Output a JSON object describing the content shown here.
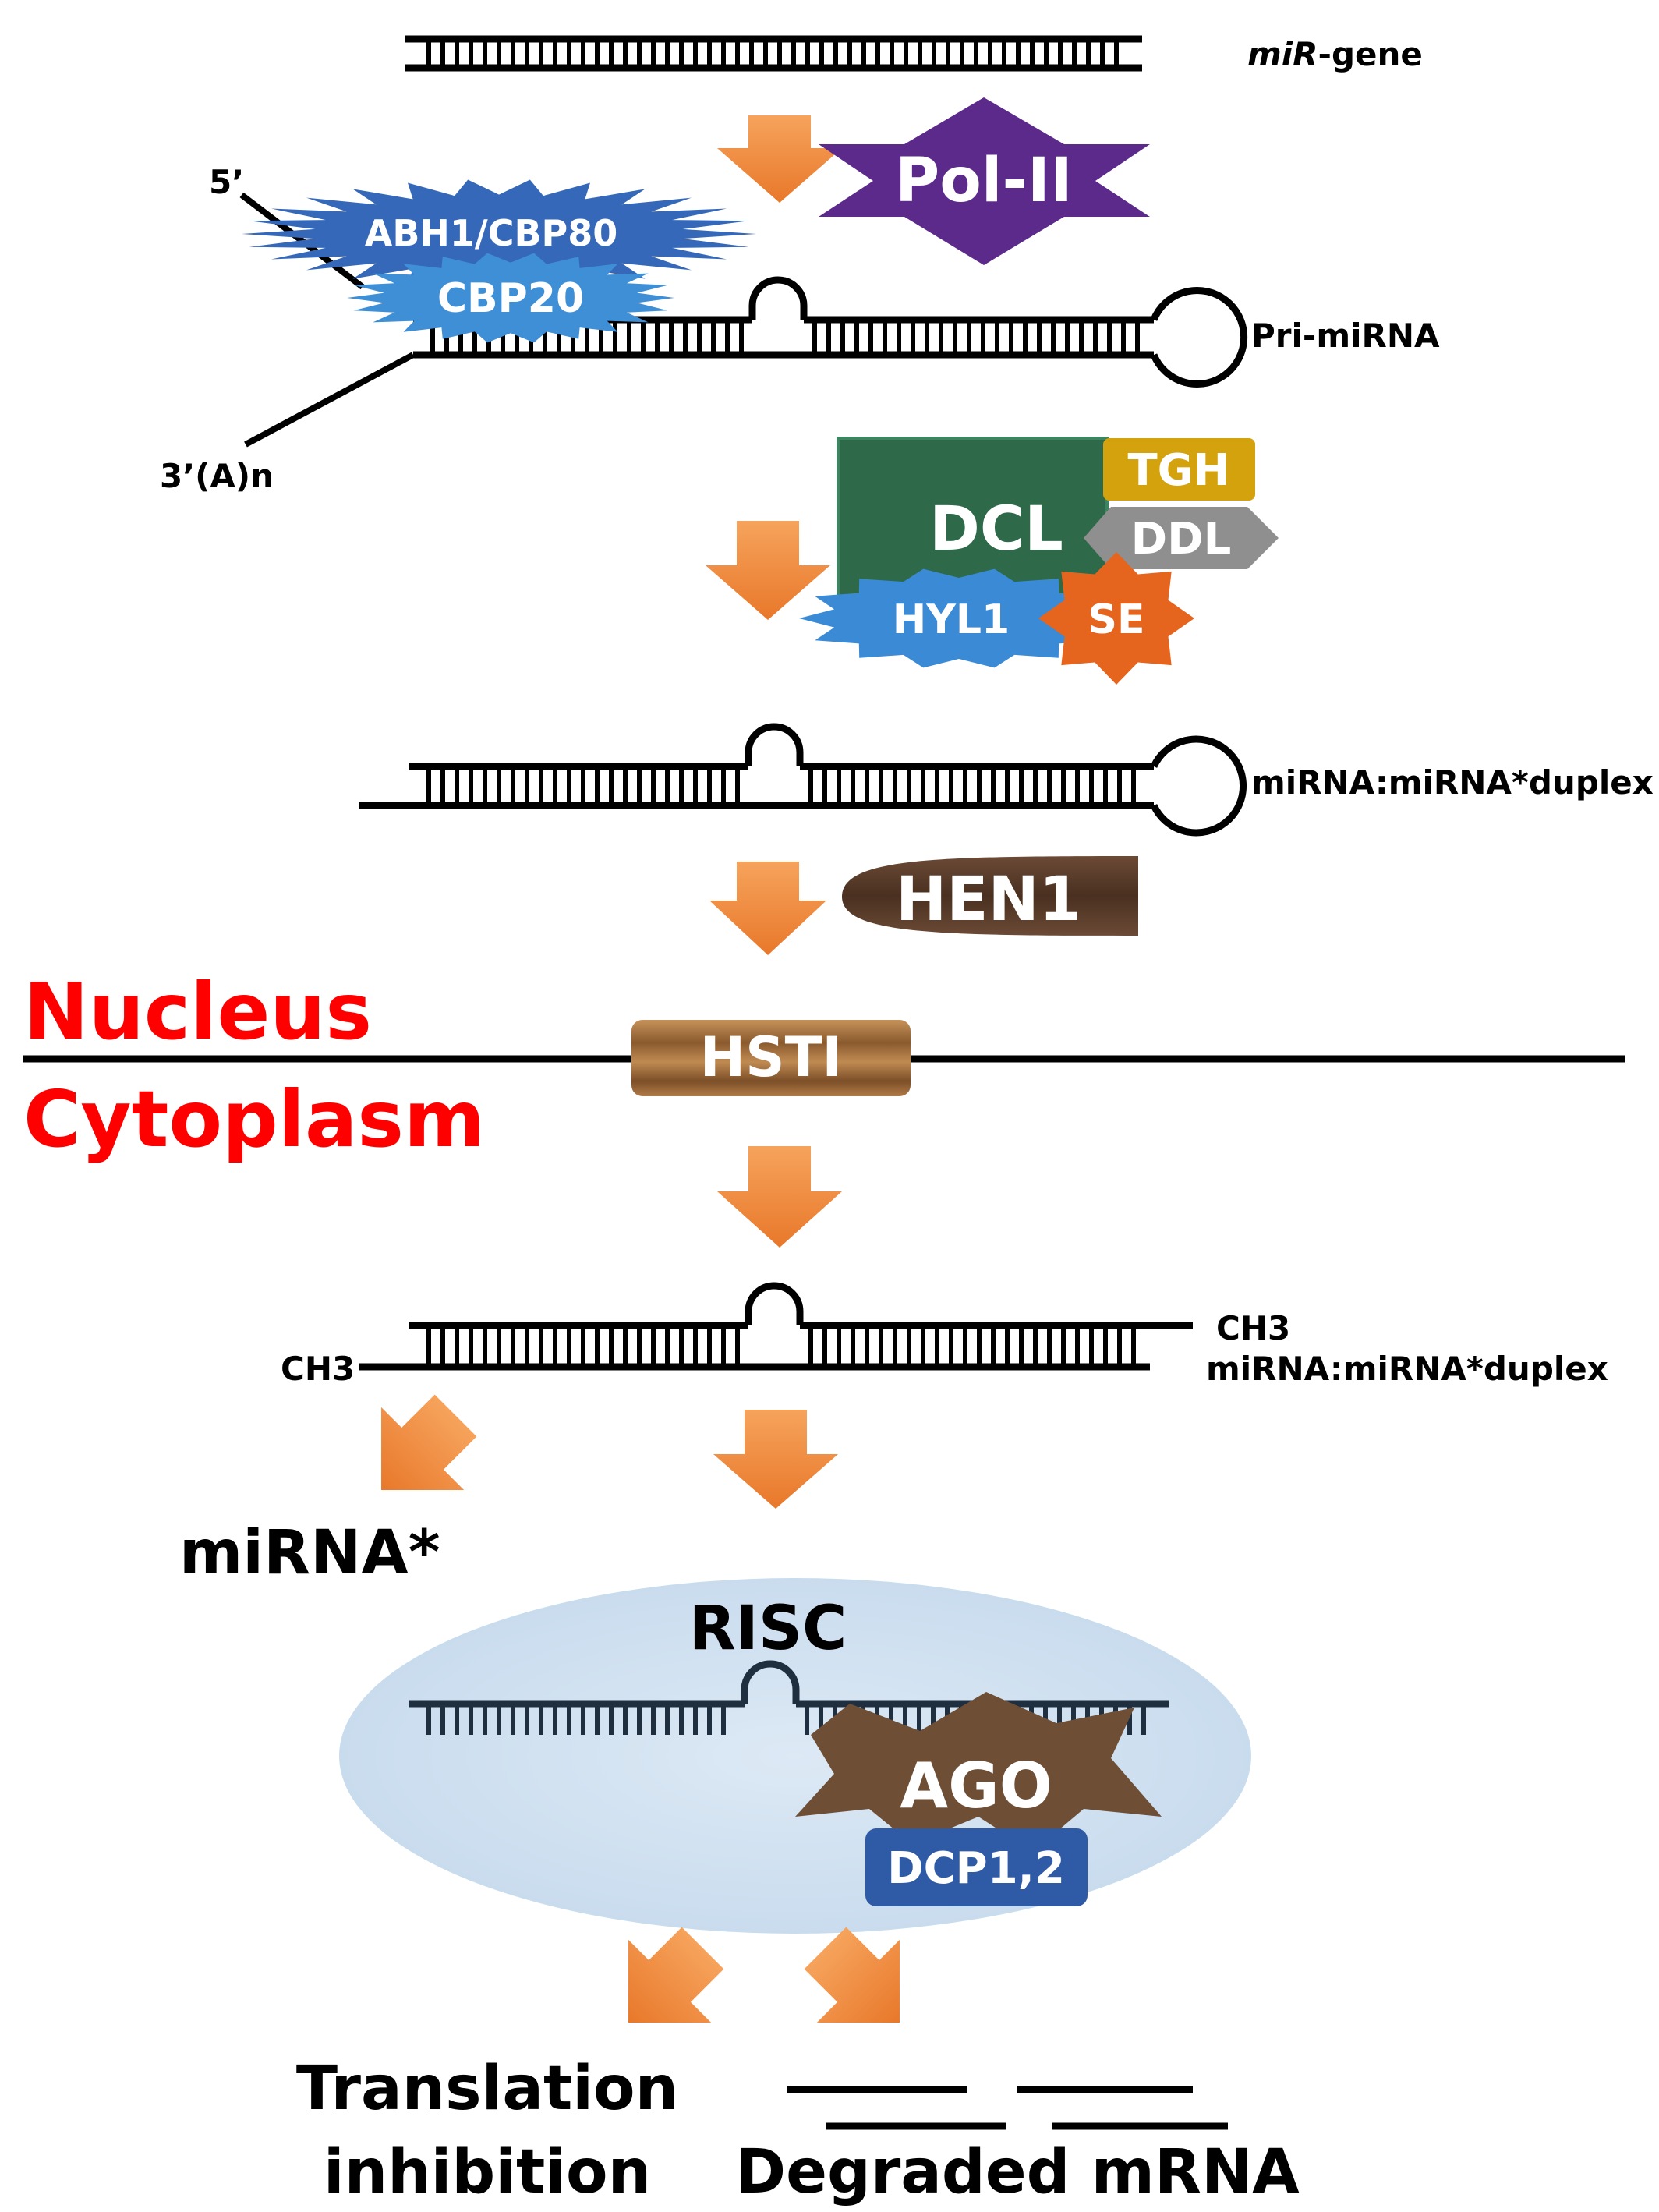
{
  "labels": {
    "mir_gene_prefix": "miR",
    "mir_gene_suffix": "-gene",
    "pri_mirna": "Pri-miRNA",
    "five_prime": "5’",
    "three_prime_polya": "3’(A)n",
    "duplex_nuclear": "miRNA:miRNA*duplex",
    "duplex_cytoplasmic": "miRNA:miRNA*duplex",
    "ch3_left": "CH3",
    "ch3_right": "CH3",
    "mirna_star": "miRNA*",
    "risc": "RISC",
    "translation_line1": "Translation",
    "translation_line2": "inhibition",
    "degraded_mrna": "Degraded mRNA"
  },
  "regions": {
    "nucleus": "Nucleus",
    "cytoplasm": "Cytoplasm"
  },
  "proteins": {
    "pol2": "Pol-II",
    "abh1": "ABH1/CBP80",
    "cbp20": "CBP20",
    "dcl": "DCL",
    "tgh": "TGH",
    "ddl": "DDL",
    "hyl1": "HYL1",
    "se": "SE",
    "hen1": "HEN1",
    "hsti": "HSTI",
    "ago": "AGO",
    "dcp": "DCP1,2"
  },
  "colors": {
    "arrow": "#f08a3c",
    "pol2": "#5c2a8a",
    "abh1": "#3568b8",
    "cbp20": "#3f8fd6",
    "dcl": "#2e6a4a",
    "tgh": "#d4a20c",
    "ddl": "#8f8f8f",
    "hyl1": "#3a8ad6",
    "se": "#e5651f",
    "hen1": "#5a3e2e",
    "hsti": "#a0703c",
    "ago": "#6e4f36",
    "dcp": "#2e5aa6",
    "risc_fill": "#d6e4f2",
    "region_text": "#ff0000"
  }
}
